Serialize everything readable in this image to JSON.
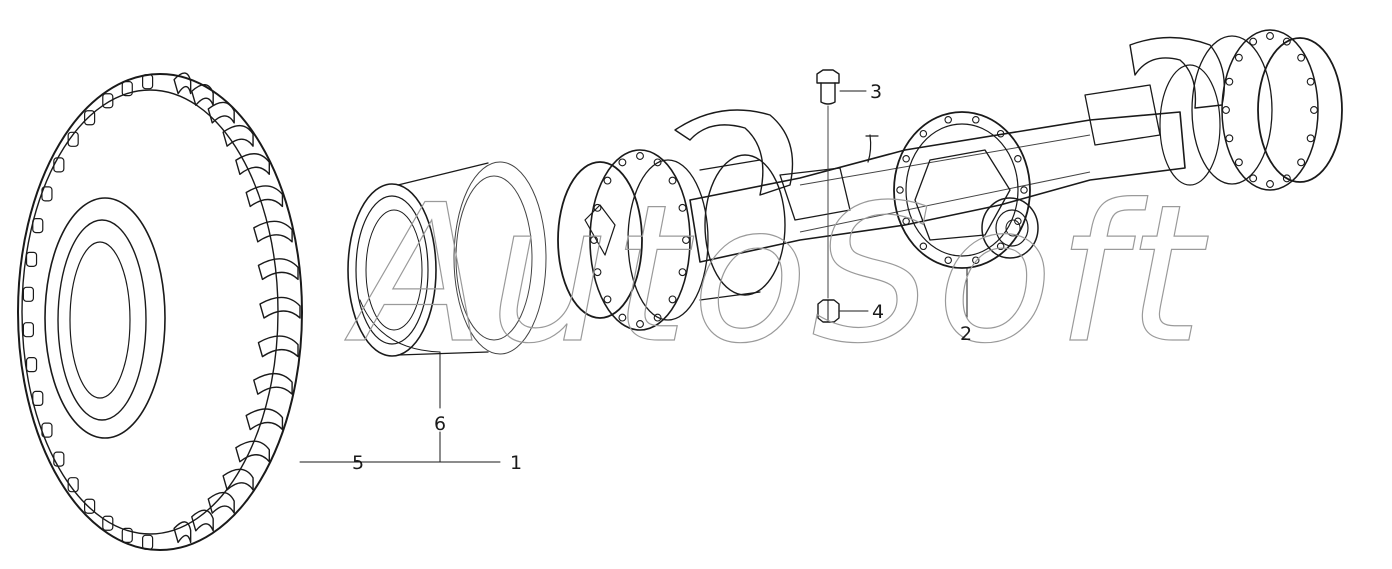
{
  "diagram": {
    "callouts": [
      {
        "id": "c1",
        "text": "1"
      },
      {
        "id": "c2",
        "text": "2"
      },
      {
        "id": "c3",
        "text": "3"
      },
      {
        "id": "c4",
        "text": "4"
      },
      {
        "id": "c5",
        "text": "5"
      },
      {
        "id": "c6",
        "text": "6"
      }
    ],
    "watermark": "AutoSoft",
    "colors": {
      "ink": "#1a1a1a",
      "watermark": "#9a9a9a",
      "background": "#ffffff"
    }
  }
}
